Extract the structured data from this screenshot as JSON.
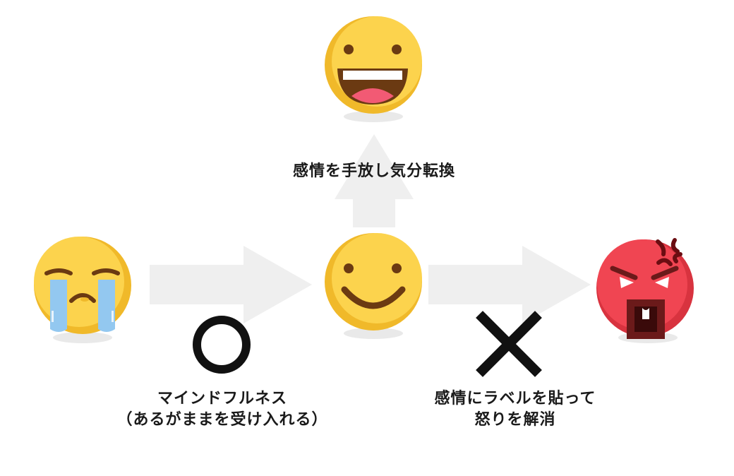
{
  "diagram": {
    "label_top": "感情を手放し気分転換",
    "label_left": [
      "マインドフルネス",
      "（あるがままを受け入れる）"
    ],
    "label_right": [
      "感情にラベルを貼って",
      "怒りを解消"
    ],
    "mark_good": "〇",
    "mark_bad": "✕"
  },
  "colors": {
    "arrow": "#efefef",
    "face_yellow": "#fcd34d",
    "face_yellow_shade": "#f0b92a",
    "face_red": "#f04552",
    "face_red_shade": "#d8333f",
    "feature_brown": "#6b3a12",
    "tear_blue": "#93c8f0",
    "mouth_pink": "#f25a74",
    "shadow": "#e9e9e9"
  }
}
